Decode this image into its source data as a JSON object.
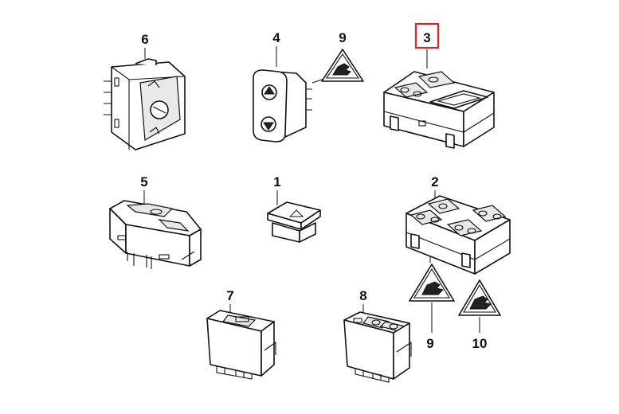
{
  "callouts": {
    "c1": "1",
    "c2": "2",
    "c3": "3",
    "c4": "4",
    "c5": "5",
    "c6": "6",
    "c7": "7",
    "c8": "8",
    "c9a": "9",
    "c9b": "9",
    "c10": "10"
  },
  "highlight": {
    "callout": "3",
    "color": "#d42a2a"
  }
}
